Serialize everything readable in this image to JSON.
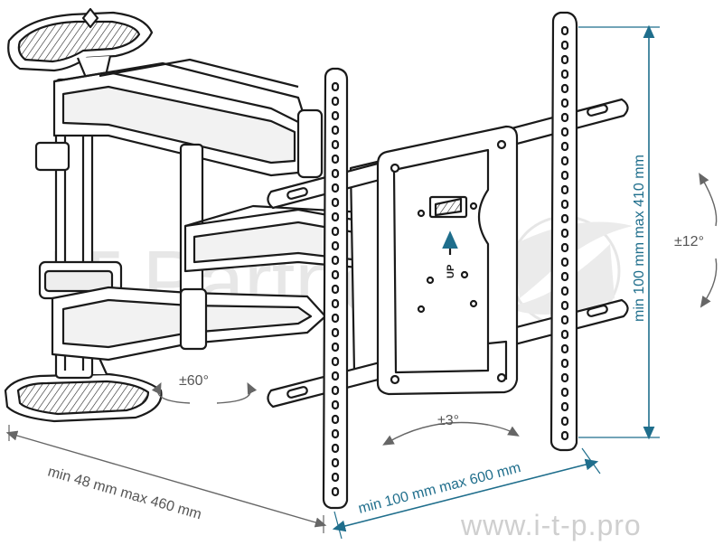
{
  "watermark": {
    "brand": "IT Partner",
    "url": "www.i-t-p.pro"
  },
  "dimensions": {
    "wall_depth": "min 48 mm max 460 mm",
    "vesa_width": "min 100 mm max 600 mm",
    "vesa_height": "min 100 mm max 410 mm"
  },
  "angles": {
    "swivel": "±60°",
    "level": "±3°",
    "tilt": "±12°"
  },
  "plate_label": "UP",
  "colors": {
    "dimension_accent": "#1f6e8c",
    "line": "#1a1a1a",
    "annotation": "#555555",
    "watermark": "#d4d4d4"
  }
}
